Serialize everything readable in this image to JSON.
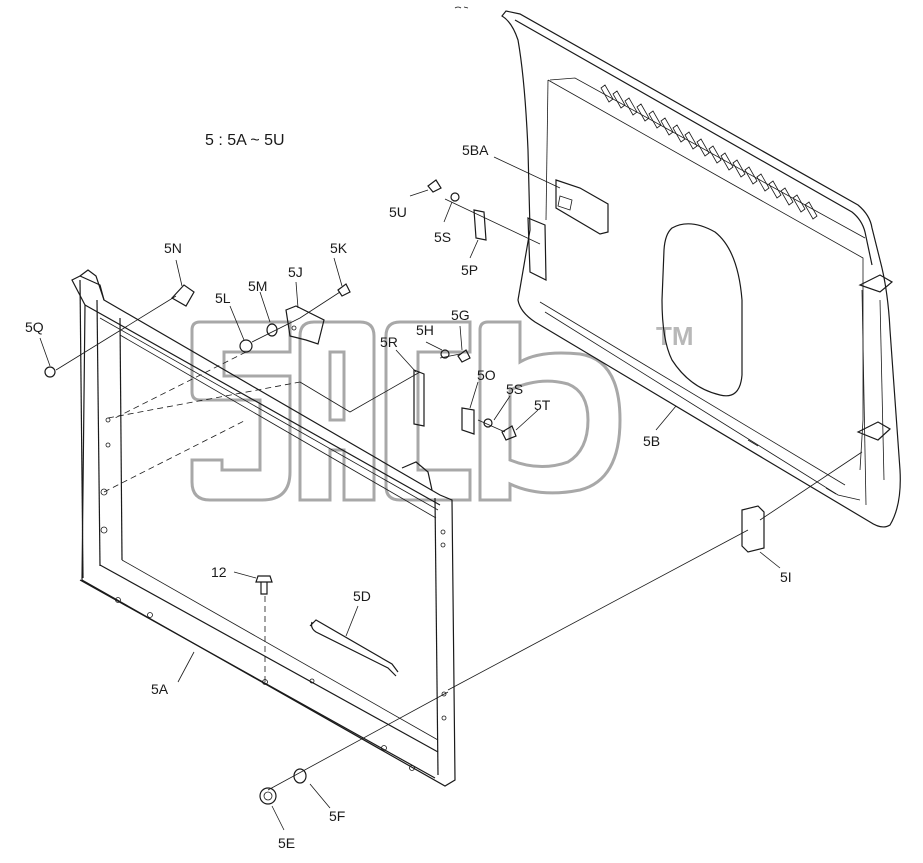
{
  "title": "5 : 5A ~ 5U",
  "watermark": {
    "brand_mark": "TM"
  },
  "colors": {
    "line": "#1a1a1a",
    "watermark": "#a8a8a8",
    "background": "#ffffff"
  },
  "labels": {
    "l5BA": "5BA",
    "l5U": "5U",
    "l5S_top": "5S",
    "l5P": "5P",
    "l5N": "5N",
    "l5K": "5K",
    "l5M": "5M",
    "l5J": "5J",
    "l5L": "5L",
    "l5Q": "5Q",
    "l5H": "5H",
    "l5G": "5G",
    "l5R": "5R",
    "l5O": "5O",
    "l5S_mid": "5S",
    "l5T": "5T",
    "l5B": "5B",
    "l5I": "5I",
    "l12": "12",
    "l5D": "5D",
    "l5A": "5A",
    "l5F": "5F",
    "l5E": "5E"
  }
}
